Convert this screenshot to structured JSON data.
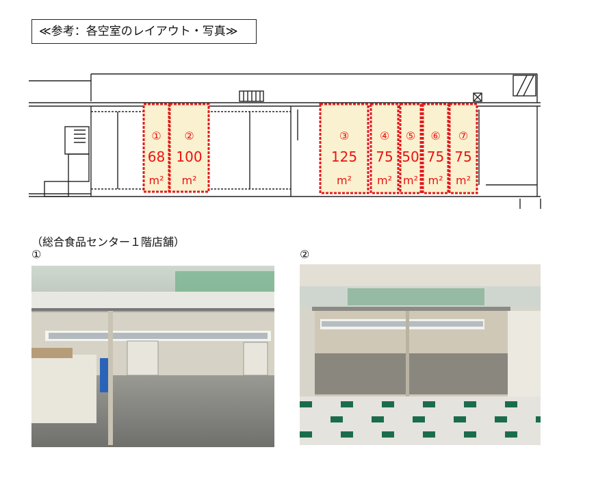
{
  "title": "≪参考：各空室のレイアウト・写真≫",
  "floor_label": "（総合食品センター１階店舗）",
  "rooms": [
    {
      "num": "①",
      "area": "68",
      "unit": "m²"
    },
    {
      "num": "②",
      "area": "100",
      "unit": "m²"
    },
    {
      "num": "③",
      "area": "125",
      "unit": "m²"
    },
    {
      "num": "④",
      "area": "75",
      "unit": "m²"
    },
    {
      "num": "⑤",
      "area": "50",
      "unit": "m²"
    },
    {
      "num": "⑥",
      "area": "75",
      "unit": "m²"
    },
    {
      "num": "⑦",
      "area": "75",
      "unit": "m²"
    }
  ],
  "photos": [
    {
      "label": "①"
    },
    {
      "label": "②"
    }
  ],
  "colors": {
    "room_fill": "#f9f1cf",
    "room_border": "#e31b1b",
    "room_text": "#e11111"
  }
}
